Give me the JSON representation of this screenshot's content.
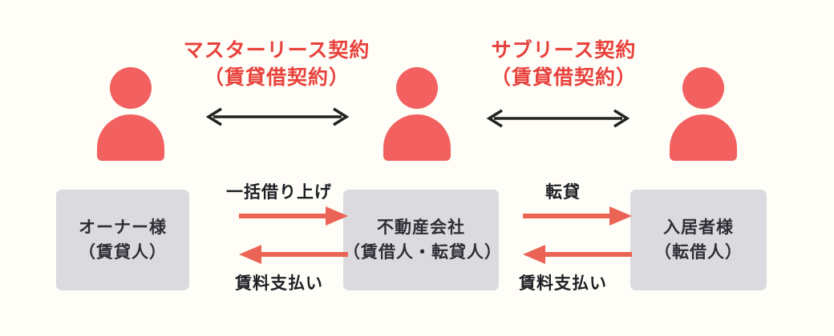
{
  "contracts": [
    {
      "line1": "マスターリース契約",
      "line2": "（賃貸借契約）"
    },
    {
      "line1": "サブリース契約",
      "line2": "（賃貸借契約）"
    }
  ],
  "parties": [
    {
      "line1": "オーナー様",
      "line2": "（賃貸人）"
    },
    {
      "line1": "不動産会社",
      "line2": "（賃借人・転貸人）"
    },
    {
      "line1": "入居者様",
      "line2": "（転借人）"
    }
  ],
  "flows": [
    {
      "top_label": "一括借り上げ",
      "bottom_label": "賃料支払い"
    },
    {
      "top_label": "転貸",
      "bottom_label": "賃料支払い"
    }
  ],
  "icons": [
    "person-icon",
    "person-icon",
    "person-icon",
    "double-arrow-icon",
    "double-arrow-icon",
    "arrow-right-icon",
    "arrow-left-icon",
    "arrow-right-icon",
    "arrow-left-icon"
  ],
  "colors": {
    "accent_text": "#e8413c",
    "person": "#f2605f",
    "flow_arrow": "#eb6355",
    "black_arrow": "#222222",
    "box_bg": "#dbdbdf",
    "dark_text": "#2e2e36",
    "background": "#fffdf7"
  }
}
